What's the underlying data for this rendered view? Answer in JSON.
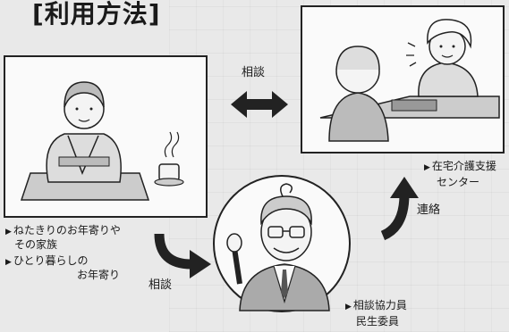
{
  "title": "[利用方法]",
  "arrows": {
    "top": "相談",
    "bottom_left": "相談",
    "right": "連絡"
  },
  "left_labels": {
    "line1": "ねたきりのお年寄りや",
    "line2": "その家族",
    "line3": "ひとり暮らしの",
    "line4": "お年寄り"
  },
  "right_label": {
    "line1": "在宅介護支援",
    "line2": "センター"
  },
  "circle_label": {
    "line1": "相談協力員",
    "line2": "民生委員"
  }
}
